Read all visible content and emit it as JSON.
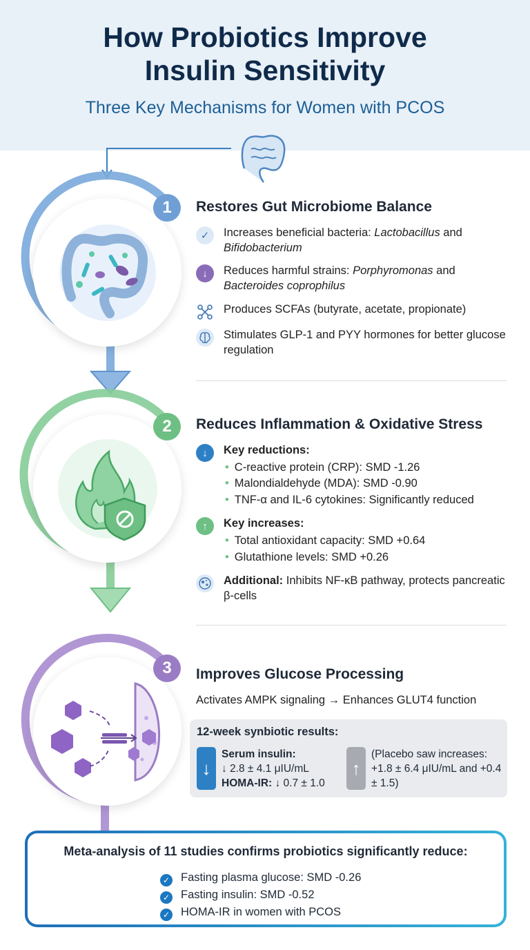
{
  "header": {
    "title_line1": "How Probiotics Improve",
    "title_line2": "Insulin Sensitivity",
    "subtitle": "Three Key Mechanisms for Women with PCOS"
  },
  "colors": {
    "section1": "#6f9fd4",
    "section2": "#6dbf83",
    "section3": "#9a7cc4",
    "header_bg": "#e8f0f8",
    "accent": "#1a78c2"
  },
  "section1": {
    "number": "1",
    "title": "Restores Gut Microbiome Balance",
    "items": [
      {
        "icon": "check-icon",
        "text_a": "Increases beneficial bacteria: ",
        "italic_a": "Lactobacillus",
        "text_b": " and ",
        "italic_b": "Bifidobacterium"
      },
      {
        "icon": "down-arrow-icon",
        "text_a": "Reduces harmful strains: ",
        "italic_a": "Porphyromonas",
        "text_b": " and ",
        "italic_b": "Bacteroides coprophilus"
      },
      {
        "icon": "molecule-icon",
        "text_a": "Produces SCFAs (butyrate, acetate, propionate)"
      },
      {
        "icon": "brain-icon",
        "text_a": "Stimulates GLP-1 and PYY hormones for better glucose regulation"
      }
    ]
  },
  "section2": {
    "number": "2",
    "title": "Reduces Inflammation & Oxidative Stress",
    "reductions_label": "Key reductions:",
    "reductions": [
      "C-reactive protein (CRP): SMD -1.26",
      "Malondialdehyde (MDA): SMD -0.90",
      "TNF-α and IL-6 cytokines: Significantly reduced"
    ],
    "increases_label": "Key increases:",
    "increases": [
      "Total antioxidant capacity: SMD +0.64",
      "Glutathione levels: SMD +0.26"
    ],
    "additional_label": "Additional:",
    "additional_text": " Inhibits NF-κB pathway, protects pancreatic β-cells"
  },
  "section3": {
    "number": "3",
    "title": "Improves Glucose Processing",
    "subtitle": "Activates AMPK signaling → Enhances GLUT4 function",
    "results_title": "12-week synbiotic results:",
    "serum_label": "Serum insulin:",
    "serum_value": "↓ 2.8 ± 4.1 μIU/mL",
    "homa_label": "HOMA-IR:",
    "homa_value": " ↓ 0.7 ± 1.0",
    "placebo_text": "(Placebo saw increases: +1.8 ± 6.4 μIU/mL and +0.4 ± 1.5)"
  },
  "meta": {
    "headline": "Meta-analysis of 11 studies confirms probiotics significantly reduce:",
    "items": [
      "Fasting plasma glucose: SMD -0.26",
      "Fasting insulin: SMD -0.52",
      "HOMA-IR in women with PCOS"
    ]
  }
}
